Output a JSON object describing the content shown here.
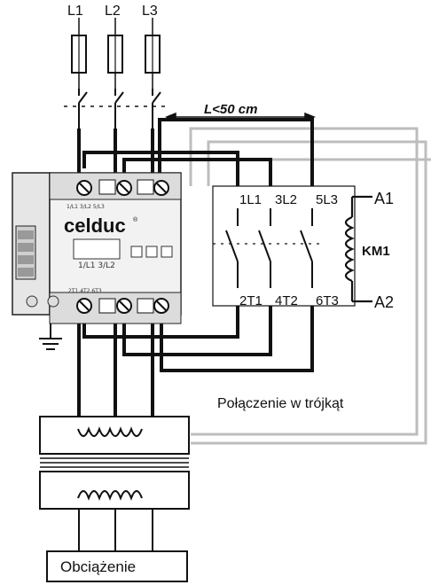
{
  "labels": {
    "phases": [
      "L1",
      "L2",
      "L3"
    ],
    "length": "L<50 cm",
    "contactor_top": [
      "1L1",
      "3L2",
      "5L3"
    ],
    "contactor_bottom": [
      "2T1",
      "4T2",
      "6T3"
    ],
    "a1": "A1",
    "a2": "A2",
    "km1": "KM1",
    "delta_caption": "Połączenie w trójkąt",
    "load": "Obciążenie"
  },
  "device": {
    "brand": "celduc"
  }
}
